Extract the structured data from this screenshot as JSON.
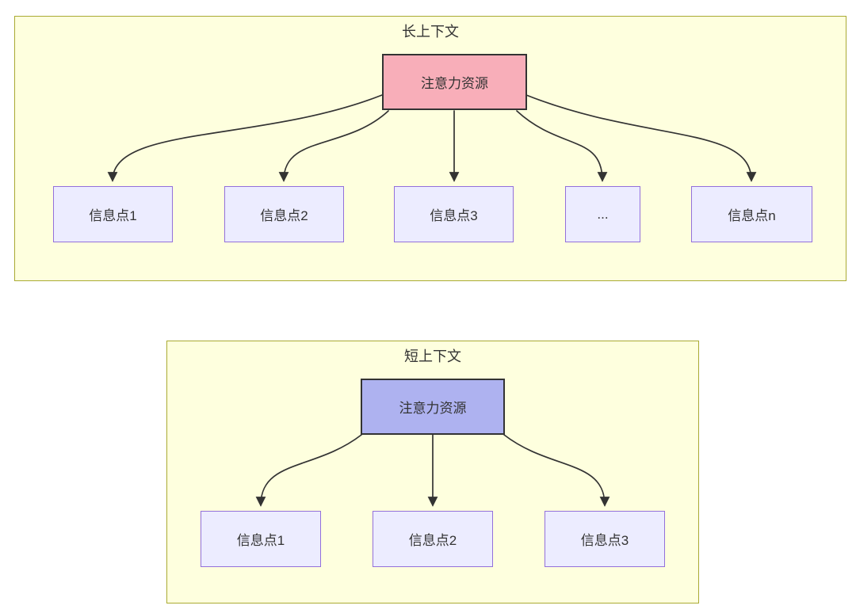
{
  "diagram": {
    "type": "flowchart",
    "sections": [
      {
        "title": "长上下文",
        "attention": {
          "label": "注意力资源",
          "fill": "#f8aeb9"
        },
        "children": [
          {
            "label": "信息点1"
          },
          {
            "label": "信息点2"
          },
          {
            "label": "信息点3"
          },
          {
            "label": "..."
          },
          {
            "label": "信息点n"
          }
        ]
      },
      {
        "title": "短上下文",
        "attention": {
          "label": "注意力资源",
          "fill": "#aeb2f0"
        },
        "children": [
          {
            "label": "信息点1"
          },
          {
            "label": "信息点2"
          },
          {
            "label": "信息点3"
          }
        ]
      }
    ],
    "colors": {
      "cluster_fill": "#feffde",
      "cluster_border": "#aaaa33",
      "node_fill": "#ececff",
      "node_border": "#9370db",
      "attention_border": "#333333",
      "edge_color": "#333333",
      "text_color": "#333333",
      "page_background": "#ffffff"
    }
  }
}
